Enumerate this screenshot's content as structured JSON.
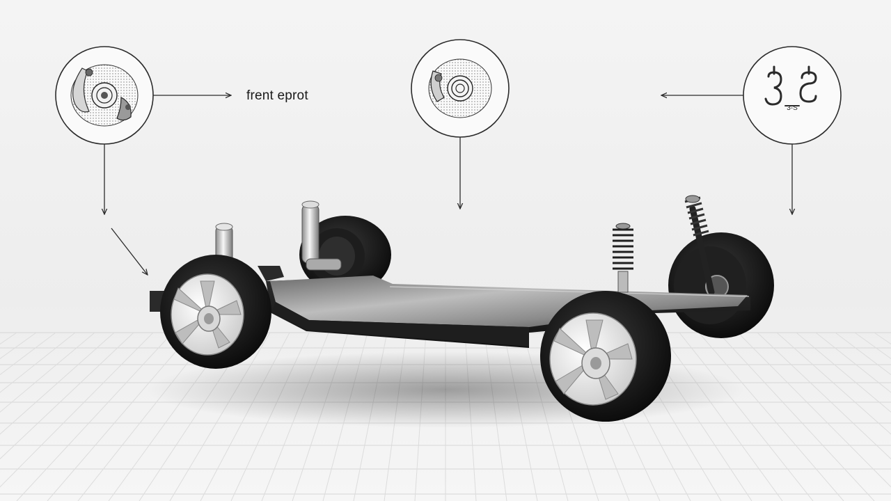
{
  "callouts": {
    "front_label": "frent eprot",
    "right_glyph": "3-S"
  },
  "components": [
    "brake-disc-icon",
    "brake-rotor-icon",
    "suspension-spring-icon",
    "chassis-platform",
    "wheel",
    "shock-absorber"
  ],
  "colors": {
    "background": "#f2f2f2",
    "grid": "#d9d9d9",
    "chassis": "#3a3a3a",
    "tire": "#141414",
    "rim": "#e8e8e8",
    "line": "#2b2b2b"
  }
}
